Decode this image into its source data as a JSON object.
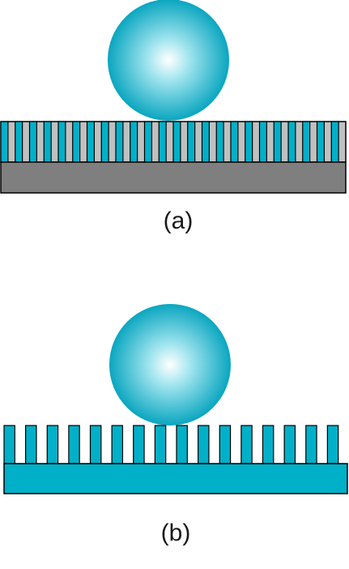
{
  "figure": {
    "panel_a": {
      "label": "(a)",
      "pillar_count": 24,
      "colors": {
        "pillar": "#00b0c8",
        "gap_fill": "#c0c0c0",
        "substrate": "#7f7f7f",
        "droplet_core": "#ffffff",
        "droplet_edge": "#0aa6c0"
      }
    },
    "panel_b": {
      "label": "(b)",
      "pillar_count": 16,
      "colors": {
        "pillar": "#00b0c8",
        "gap_fill": "#ffffff",
        "substrate": "#00b0c8",
        "droplet_core": "#ffffff",
        "droplet_edge": "#0aa6c0"
      }
    }
  }
}
